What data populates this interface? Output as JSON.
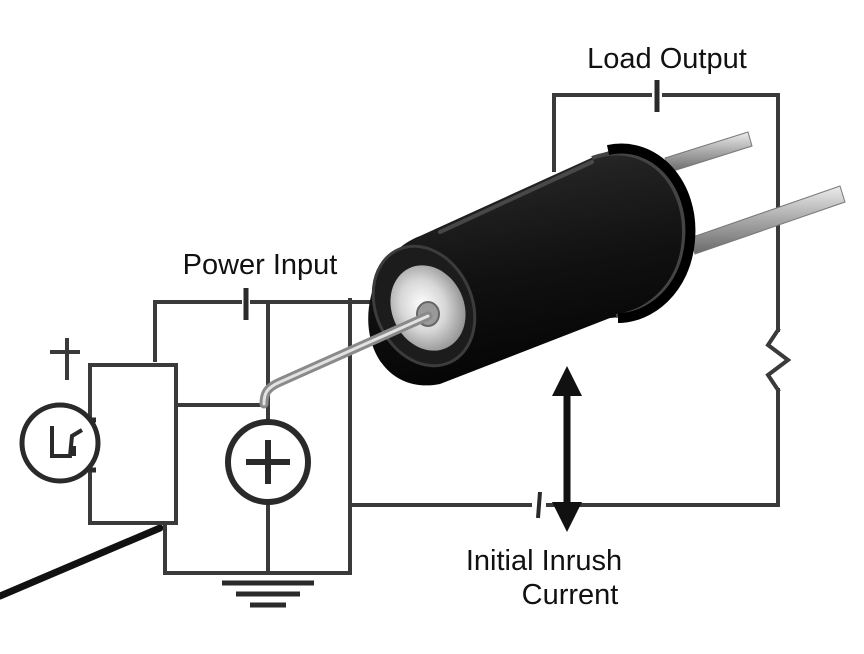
{
  "labels": {
    "load_output": "Load Output",
    "power_input": "Power Input",
    "inrush_line1": "Initial Inrush",
    "inrush_line2": "Current"
  },
  "colors": {
    "background": "#ffffff",
    "wire": "#3a3a3a",
    "component_body": "#1a1a1a",
    "lead_metal": "#b8b8b8",
    "end_cap": "#d9d9d9"
  },
  "icons": {
    "component": "cylindrical-ntc-thermistor",
    "source": "dc-voltage-source-plus",
    "ground": "ground-symbol",
    "lamp": "bulb-symbol",
    "arrow": "double-headed-arrow"
  }
}
